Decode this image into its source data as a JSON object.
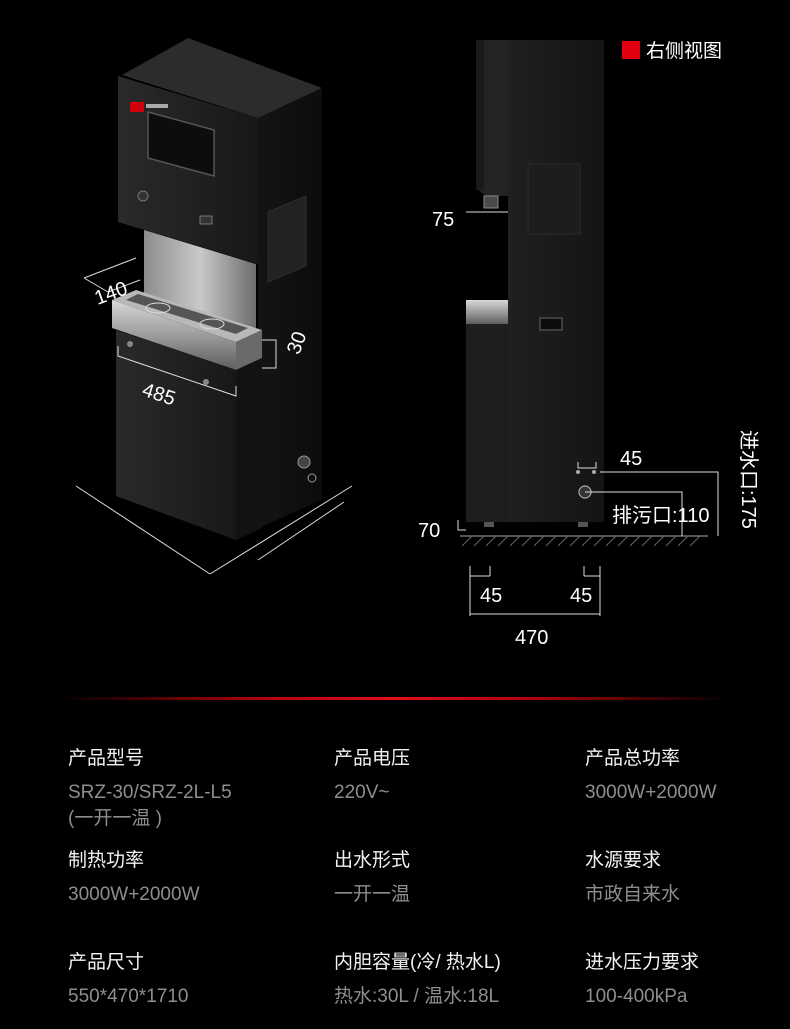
{
  "figure": {
    "view_label": "右侧视图",
    "dimensions": {
      "depth_top": "140",
      "width_front": "485",
      "tray_height": "30",
      "tap_offset": "75",
      "base_height": "70",
      "inlet_offset": "45",
      "drain_label": "排污口:110",
      "inlet_label": "进水口:175",
      "foot_left": "45",
      "foot_right": "45",
      "depth_total": "470"
    }
  },
  "specs": [
    {
      "label": "产品型号",
      "value": "SRZ-30/SRZ-2L-L5\n(一开一温 )"
    },
    {
      "label": "产品电压",
      "value": "220V~"
    },
    {
      "label": "产品总功率",
      "value": "3000W+2000W"
    },
    {
      "label": "制热功率",
      "value": "3000W+2000W"
    },
    {
      "label": "出水形式",
      "value": "一开一温"
    },
    {
      "label": "水源要求",
      "value": "市政自来水"
    },
    {
      "label": "产品尺寸",
      "value": "550*470*1710"
    },
    {
      "label": "内胆容量(冷/ 热水L)",
      "value": "热水:30L / 温水:18L"
    },
    {
      "label": "进水压力要求",
      "value": "100-400kPa"
    }
  ],
  "colors": {
    "accent": "#e0000f",
    "body_dark": "#1b1b1d",
    "value_gray": "#8e8e8e"
  }
}
